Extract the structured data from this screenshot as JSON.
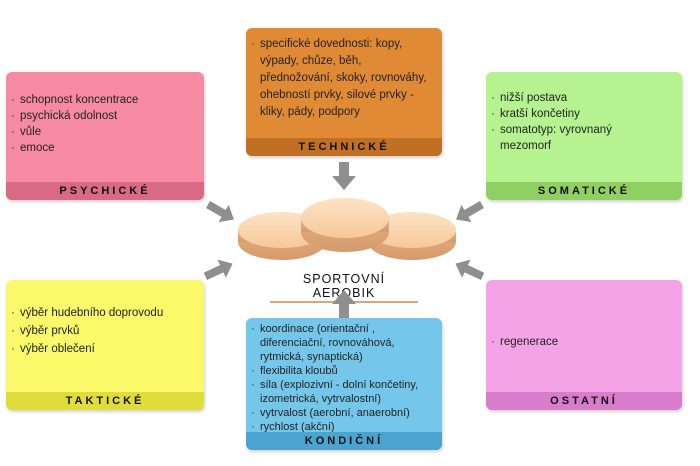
{
  "center": {
    "label": "SPORTOVNÍ AEROBIK"
  },
  "boxes": {
    "psychicke": {
      "title": "PSYCHICKÉ",
      "items": [
        "schopnost koncentrace",
        "psychická odolnost",
        "vůle",
        "emoce"
      ]
    },
    "technicke": {
      "title": "TECHNICKÉ",
      "items": [
        "specifické dovednosti: kopy, výpady, chůze, běh, přednožování, skoky, rovnováhy, ohebností prvky, silové prvky - kliky, pády, podpory"
      ]
    },
    "somaticke": {
      "title": "SOMATICKÉ",
      "items": [
        "nižší postava",
        "kratší končetiny",
        "somatotyp: vyrovnaný mezomorf"
      ]
    },
    "takticke": {
      "title": "TAKTICKÉ",
      "items": [
        "výběr hudebního doprovodu",
        "výběr prvků",
        "výběr oblečení"
      ]
    },
    "kondicni": {
      "title": "KONDIČNÍ",
      "items": [
        "koordinace (orientační , diferenciační, rovnováhová, rytmická, synaptická)",
        "flexibilita kloubů",
        "síla (explozivní - dolní končetiny, izometrická, vytrvalostní)",
        "vytrvalost (aerobní, anaerobní)",
        "rychlost (akční)"
      ]
    },
    "ostatni": {
      "title": "OSTATNÍ",
      "items": [
        "regenerace"
      ]
    }
  },
  "colors": {
    "psychicke": "#f68aa3",
    "psychicke_cap": "#d96a86",
    "technicke": "#e08a36",
    "technicke_cap": "#c06f24",
    "somaticke": "#b6f290",
    "somaticke_cap": "#8fcf63",
    "takticke": "#fbf86a",
    "takticke_cap": "#e0dc3c",
    "kondicni": "#74c7ea",
    "kondicni_cap": "#4aa4cf",
    "ostatni": "#f3a3e6",
    "ostatni_cap": "#d97ccb",
    "disc": "#f8cfa6",
    "arrow": "#8f8f8f"
  }
}
